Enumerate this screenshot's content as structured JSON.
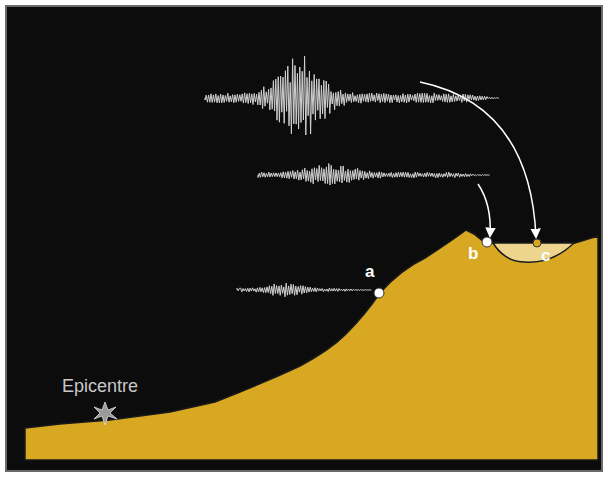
{
  "diagram": {
    "labels": [
      "b",
      "c",
      "a",
      "Epicentre"
    ]
  }
}
